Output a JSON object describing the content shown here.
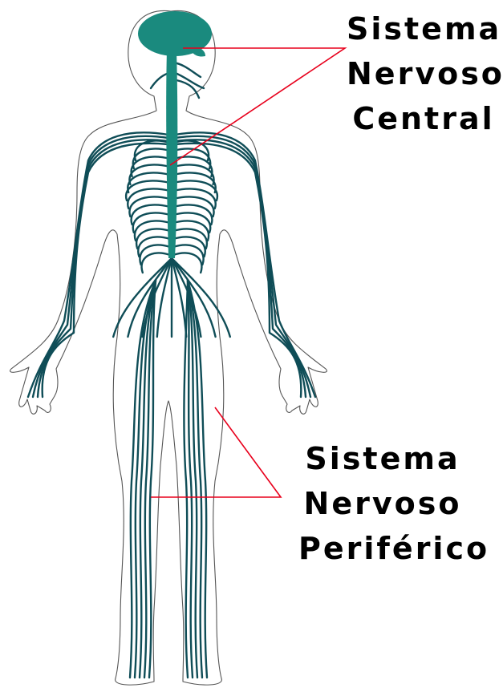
{
  "labels": {
    "central": [
      "Sistema",
      "Nervoso",
      "Central"
    ],
    "peripheral": [
      "Sistema",
      "Nervoso",
      "Periférico"
    ]
  },
  "colors": {
    "cns": "#1a8a7e",
    "nerves": "#0f4d57",
    "pointer": "#e8001c",
    "outline": "#555555"
  }
}
